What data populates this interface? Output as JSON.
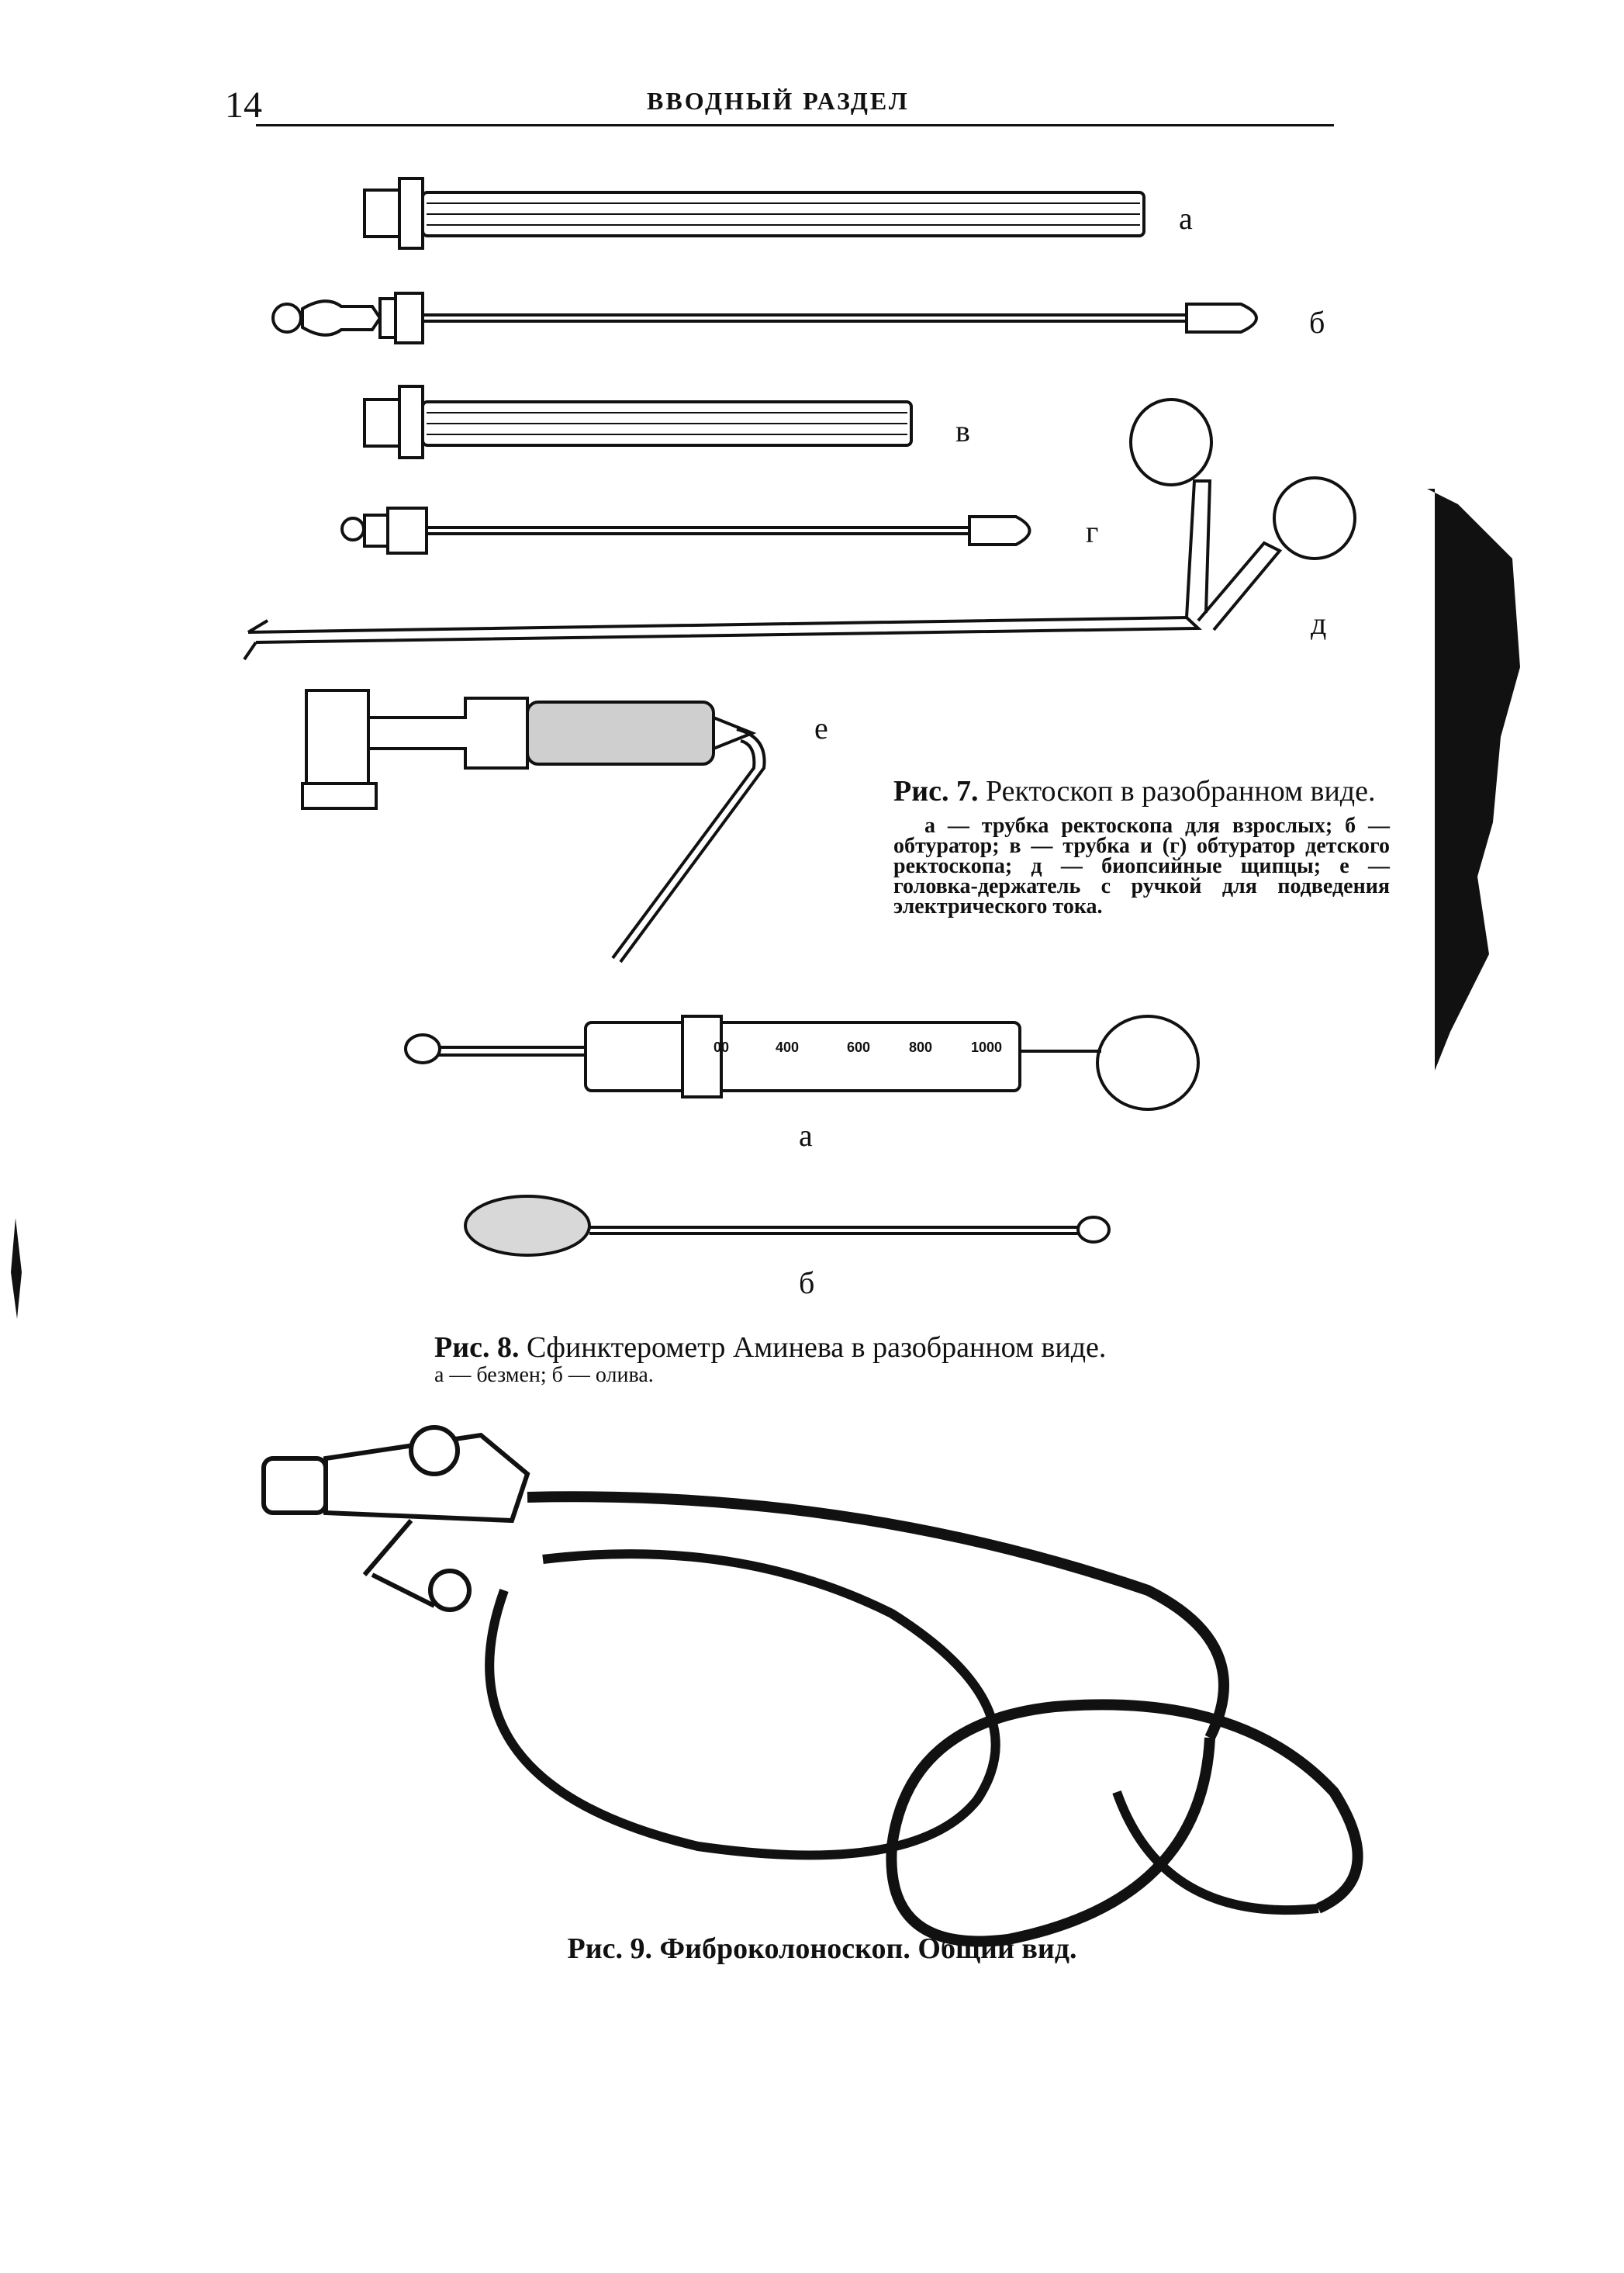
{
  "page": {
    "number": "14",
    "running_head": "ВВОДНЫЙ РАЗДЕЛ"
  },
  "fig7": {
    "labels": [
      "а",
      "б",
      "в",
      "г",
      "д",
      "е"
    ],
    "caption_prefix": "Рис. 7.",
    "caption_title": "Ректоскоп в разобранном виде.",
    "legend": "а — трубка ректоскопа для взрослых; б — обтуратор; в — трубка и (г) обтуратор детского ректоскопа; д — биопсийные щипцы; е — головка-держатель с ручкой для подведения электрического тока."
  },
  "fig8": {
    "scale_ticks": [
      "00",
      "400",
      "600",
      "800",
      "1000"
    ],
    "labels": [
      "а",
      "б"
    ],
    "caption_prefix": "Рис. 8.",
    "caption_title": "Сфинктерометр Аминева в разобранном виде.",
    "legend": "а — безмен; б — олива."
  },
  "fig9": {
    "caption_prefix": "Рис. 9.",
    "caption_title": "Фиброколоноскоп. Общий вид."
  }
}
